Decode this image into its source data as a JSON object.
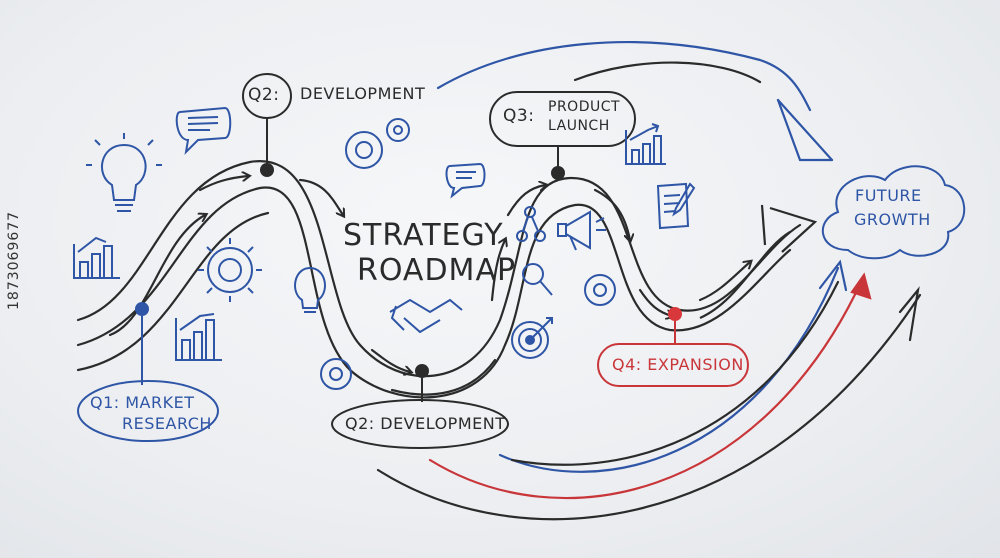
{
  "title": {
    "line1": "STRATEGY",
    "line2": "ROADMAP"
  },
  "milestones": {
    "q1": {
      "line1": "Q1: MARKET",
      "line2": "RESEARCH",
      "color": "#2f56a6"
    },
    "q2_top": {
      "code": "Q2:",
      "label": "DEVELOPMENT",
      "color": "#2b2b2b"
    },
    "q2_bottom": {
      "label": "Q2: DEVELOPMENT",
      "color": "#2b2b2b"
    },
    "q3": {
      "code": "Q3:",
      "line1": "PRODUCT",
      "line2": "LAUNCH",
      "color": "#2b2b2b"
    },
    "q4": {
      "label": "Q4: EXPANSION",
      "color": "#c9363a"
    }
  },
  "goal": {
    "line1": "FUTURE",
    "line2": "GROWTH",
    "color": "#2f56a6"
  },
  "watermark": "1873069677",
  "icons": [
    "lightbulb-icon",
    "speech-bubble-icon",
    "bar-chart-icon",
    "gear-icon",
    "handshake-icon",
    "target-icon",
    "magnifier-icon",
    "megaphone-icon",
    "document-icon",
    "network-icon"
  ]
}
